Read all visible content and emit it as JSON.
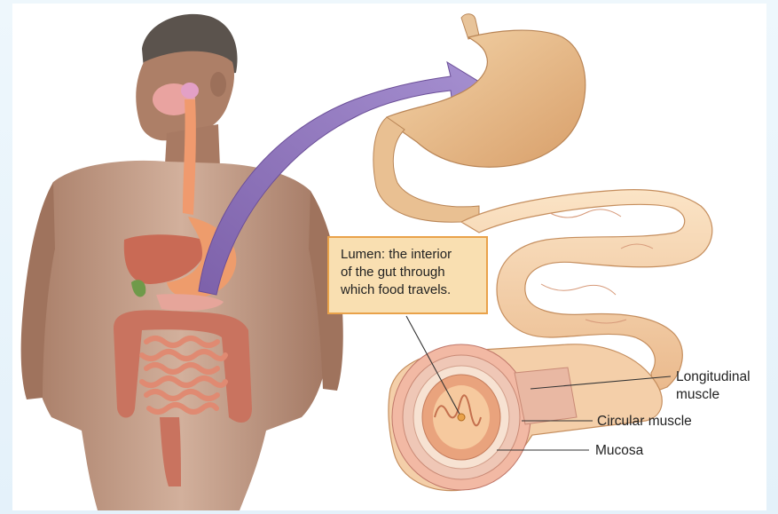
{
  "callout": {
    "lumen_line1": "Lumen: the interior",
    "lumen_line2": "of the gut through",
    "lumen_line3": "which food travels."
  },
  "labels": {
    "longitudinal_line1": "Longitudinal",
    "longitudinal_line2": "muscle",
    "circular": "Circular muscle",
    "mucosa": "Mucosa"
  },
  "colors": {
    "background": "#e9f4fb",
    "skin": "#b98c74",
    "arrow": "#8c6fb5",
    "stomach": "#e8bd8c",
    "intestine": "#f3cfa8",
    "callout_fill": "#f9dfb1",
    "callout_border": "#e9a24a"
  }
}
